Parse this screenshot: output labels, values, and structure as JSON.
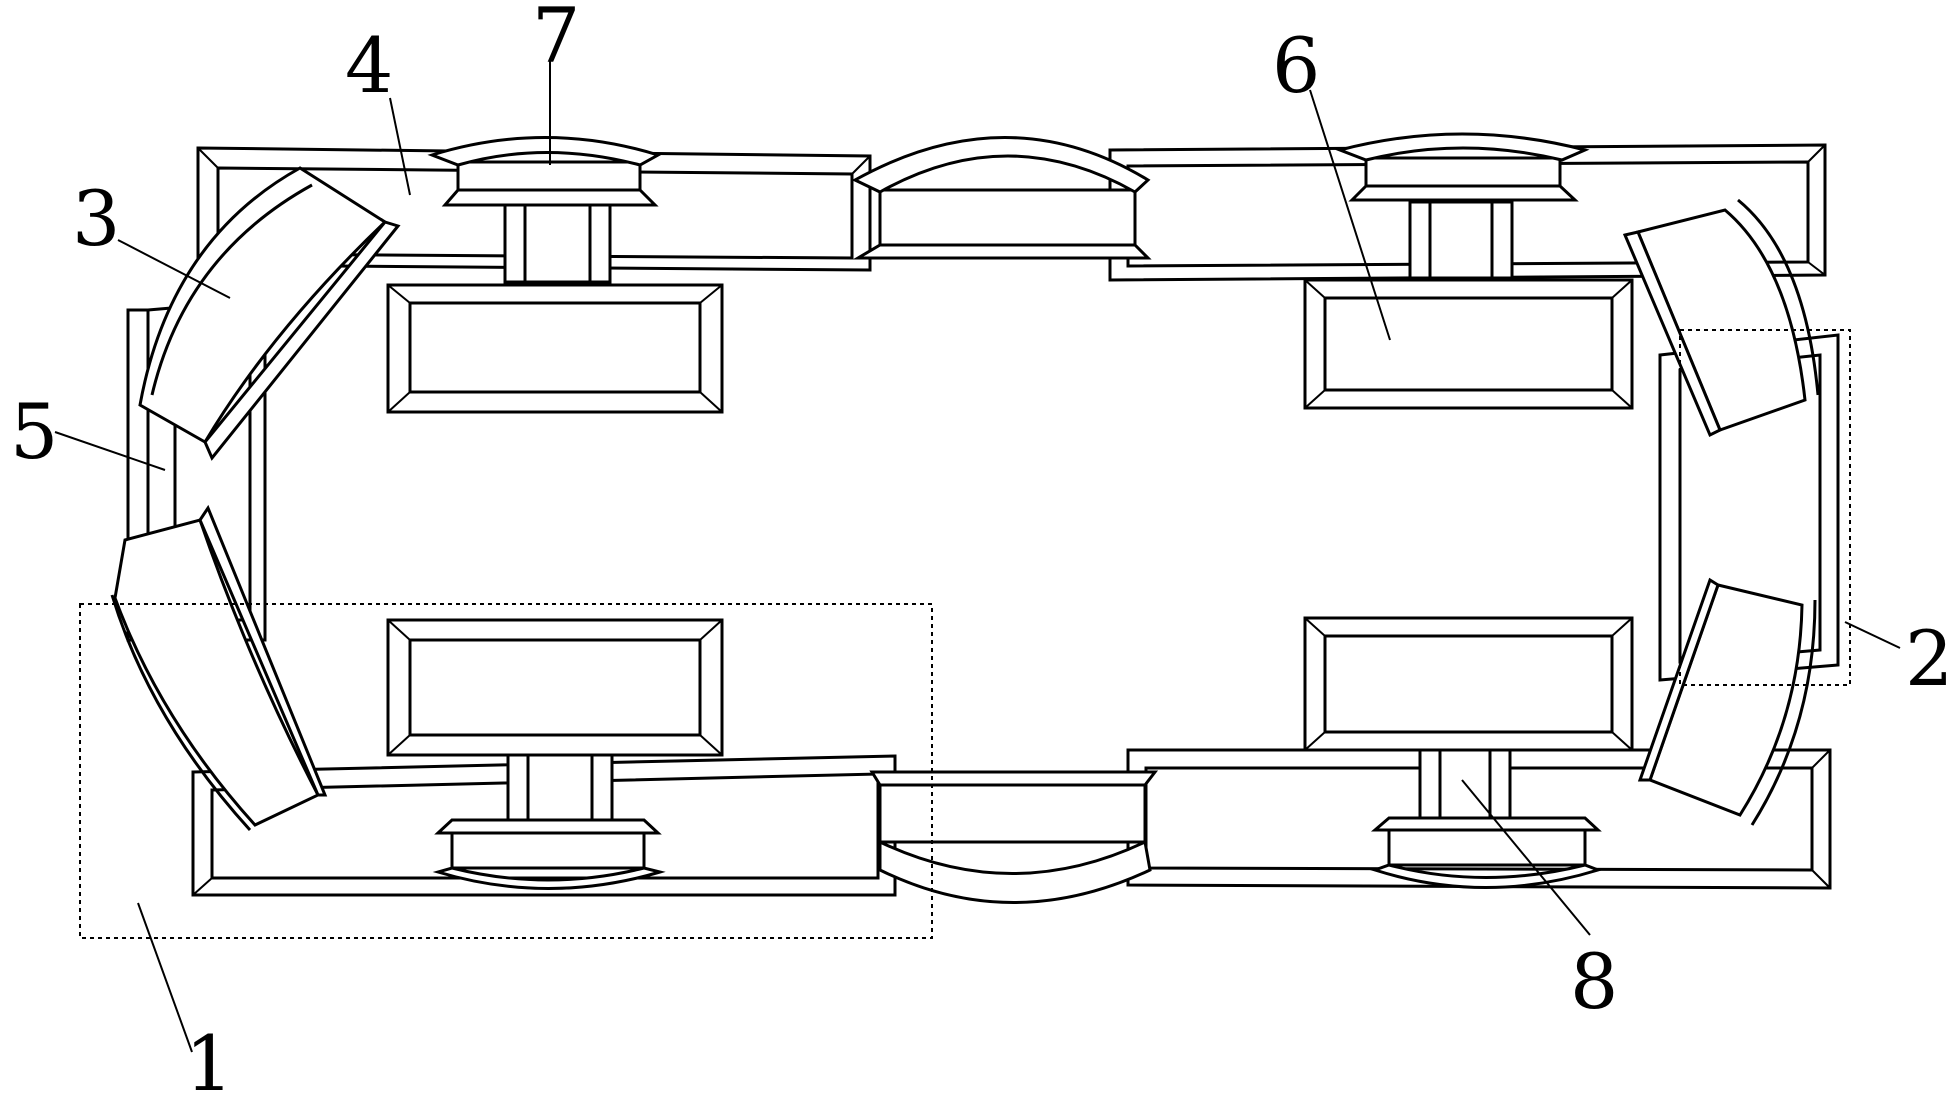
{
  "figure": {
    "labels": {
      "l1": "1",
      "l2": "2",
      "l3": "3",
      "l4": "4",
      "l5": "5",
      "l6": "6",
      "l7": "7",
      "l8": "8"
    }
  }
}
